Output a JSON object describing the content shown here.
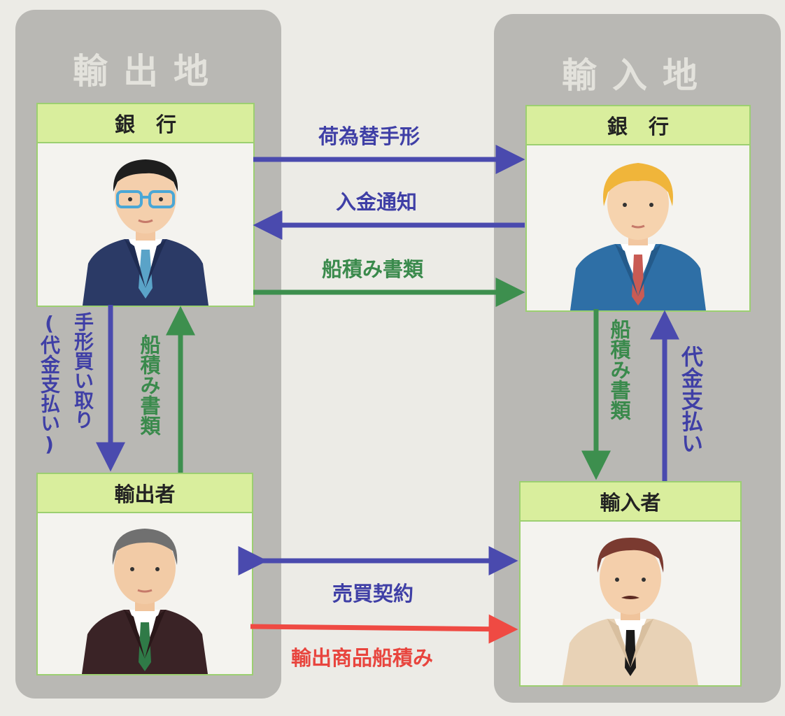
{
  "regions": {
    "export_title": "輸出地",
    "import_title": "輸入地"
  },
  "cards": {
    "export_bank": "銀行",
    "import_bank": "銀行",
    "exporter": "輸出者",
    "importer": "輸入者"
  },
  "flows": {
    "bill_of_exchange": "荷為替手形",
    "payment_notice": "入金通知",
    "shipping_docs_banks": "船積み書類",
    "bill_purchase": "手形買い取り",
    "bill_purchase_note": "(代金支払い)",
    "shipping_docs_exporter": "船積み書類",
    "shipping_docs_importer": "船積み書類",
    "payment_importer": "代金支払い",
    "sales_contract": "売買契約",
    "export_shipment": "輸出商品船積み"
  },
  "colors": {
    "blue_arrow": "#4a4aae",
    "green_arrow": "#3d8f4e",
    "red_arrow": "#ef4a43",
    "card_border": "#9ccf71",
    "card_header": "#d9ee9d"
  },
  "icons": [
    "bank-clerk-glasses-avatar",
    "bank-clerk-blond-avatar",
    "exporter-gray-hair-avatar",
    "importer-mustache-avatar"
  ]
}
